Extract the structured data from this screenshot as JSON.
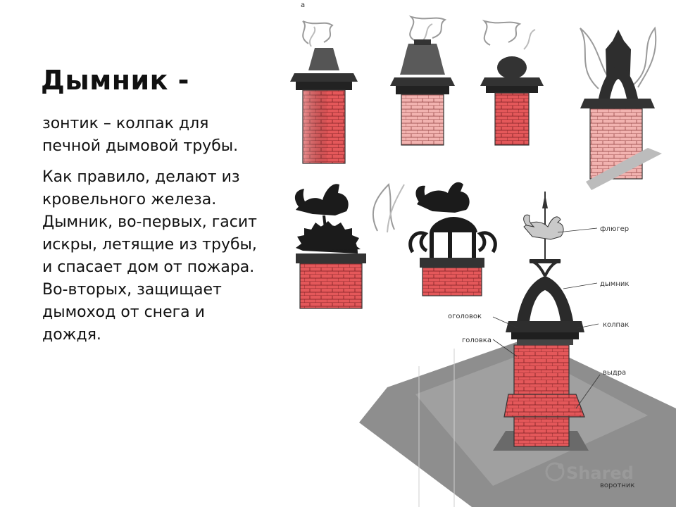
{
  "slide": {
    "title": "Дымник -",
    "paragraph1": "зонтик – колпак для печной дымовой трубы.",
    "paragraph2": "Как правило, делают из кровельного железа. Дымник, во-первых, гасит искры, летящие из трубы, и спасает дом от пожара. Во-вторых, защищает дымоход от снега и дождя."
  },
  "figure": {
    "marker": "а",
    "labels": {
      "fluger": "флюгер",
      "dymnik": "дымник",
      "ogolovok": "оголовок",
      "kolpak": "колпак",
      "golovka": "головка",
      "vydra": "выдра",
      "vorotnik": "воротник"
    },
    "watermark": "Shared",
    "colors": {
      "brick": "#e4585a",
      "brick_light": "#f2b3b0",
      "metal": "#2e2e2e",
      "roof": "#8e8e8e"
    }
  }
}
